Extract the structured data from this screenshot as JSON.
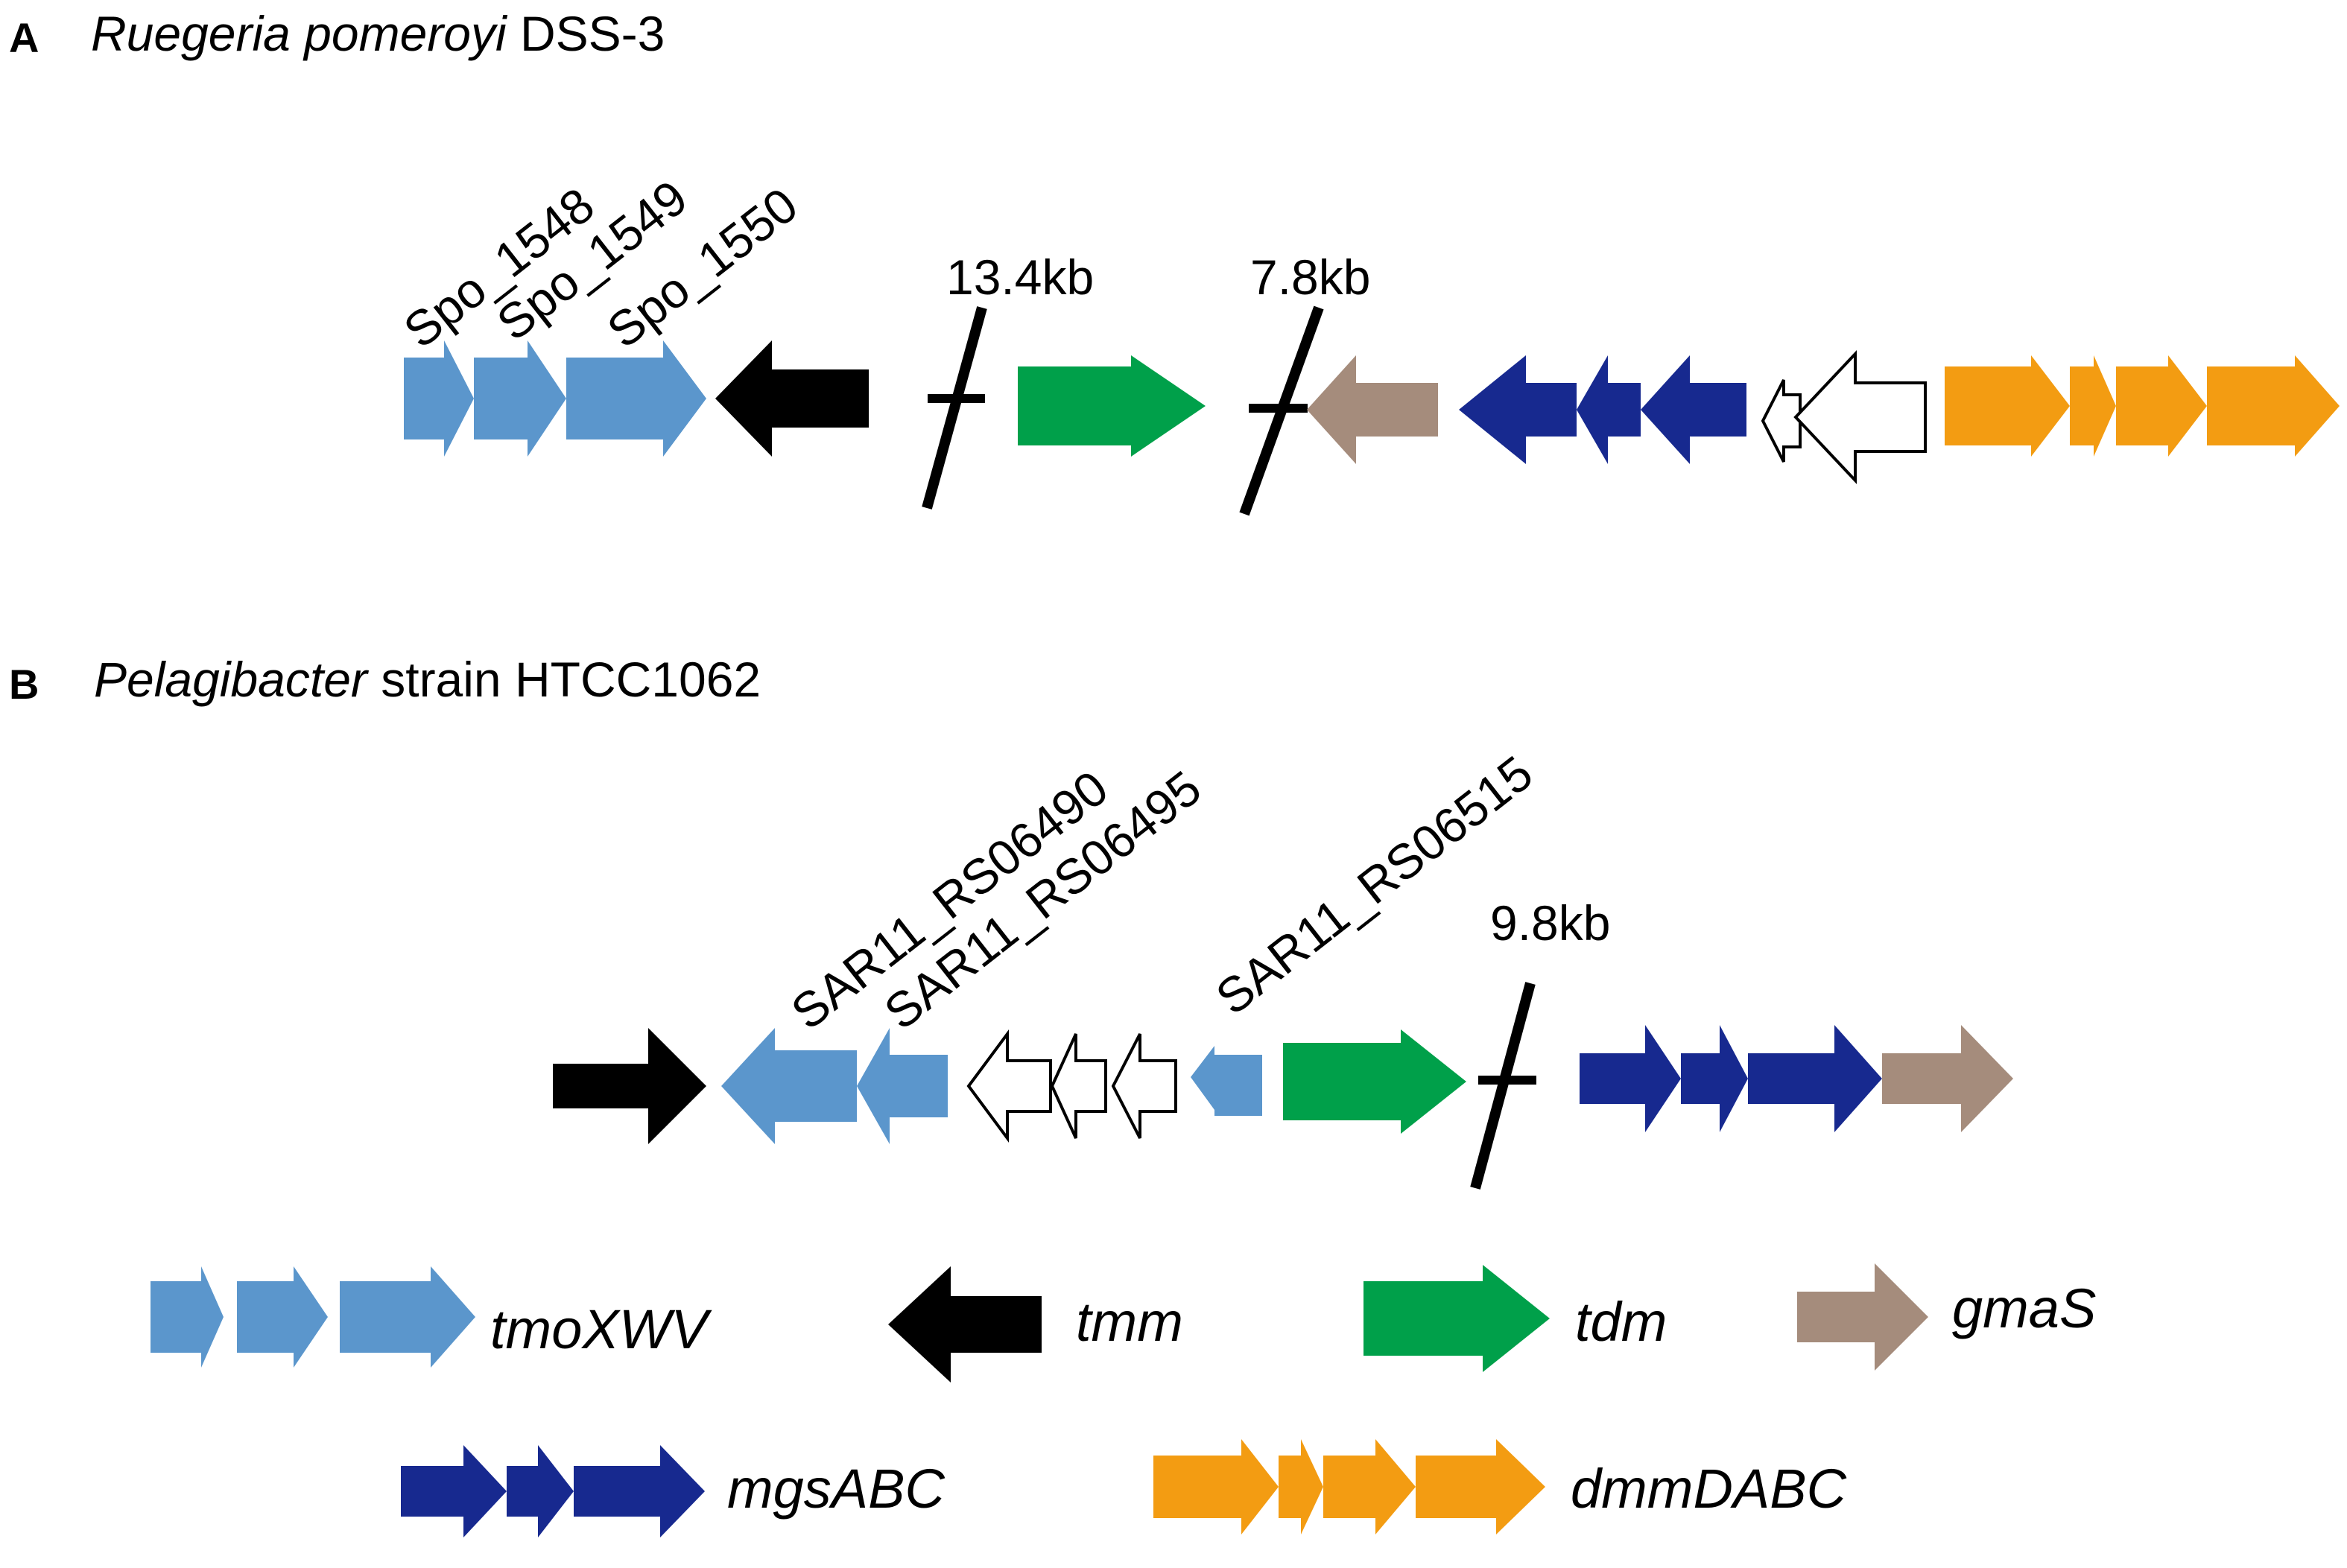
{
  "colors": {
    "tmoXWV": "#5b96cc",
    "tmm": "#000000",
    "tdm": "#00a04a",
    "gmaS": "#a58c7c",
    "mgsABC": "#17298f",
    "dmmDABC": "#f39c12",
    "other": "#ffffff"
  },
  "panelA": {
    "letter": "A",
    "organism": "Ruegeria pomeroyi",
    "strain": " DSS-3",
    "gene_labels": [
      "Spo_1548",
      "Spo_1549",
      "Spo_1550"
    ],
    "gaps": [
      "13.4kb",
      "7.8kb"
    ],
    "genes": [
      {
        "name": "Spo_1548",
        "group": "tmoXWV",
        "strand": "+"
      },
      {
        "name": "Spo_1549",
        "group": "tmoXWV",
        "strand": "+"
      },
      {
        "name": "Spo_1550",
        "group": "tmoXWV",
        "strand": "+"
      },
      {
        "group": "tmm",
        "strand": "-"
      },
      {
        "group": "tdm",
        "strand": "+"
      },
      {
        "group": "gmaS",
        "strand": "-"
      },
      {
        "group": "mgsABC",
        "strand": "-"
      },
      {
        "group": "mgsABC",
        "strand": "-"
      },
      {
        "group": "mgsABC",
        "strand": "-"
      },
      {
        "group": "other",
        "strand": "-"
      },
      {
        "group": "other",
        "strand": "-"
      },
      {
        "group": "dmmDABC",
        "strand": "+"
      },
      {
        "group": "dmmDABC",
        "strand": "+"
      },
      {
        "group": "dmmDABC",
        "strand": "+"
      },
      {
        "group": "dmmDABC",
        "strand": "+"
      }
    ]
  },
  "panelB": {
    "letter": "B",
    "organism": "Pelagibacter",
    "strain": " strain HTCC1062",
    "gene_labels": [
      "SAR11_RS06490",
      "SAR11_RS06495",
      "SAR11_RS06515"
    ],
    "gaps": [
      "9.8kb"
    ],
    "genes": [
      {
        "group": "tmm",
        "strand": "+"
      },
      {
        "name": "SAR11_RS06490",
        "group": "tmoXWV",
        "strand": "-"
      },
      {
        "name": "SAR11_RS06495",
        "group": "tmoXWV",
        "strand": "-"
      },
      {
        "group": "other",
        "strand": "-"
      },
      {
        "group": "other",
        "strand": "-"
      },
      {
        "group": "other",
        "strand": "-"
      },
      {
        "name": "SAR11_RS06515",
        "group": "tmoXWV",
        "strand": "-"
      },
      {
        "group": "tdm",
        "strand": "+"
      },
      {
        "group": "mgsABC",
        "strand": "+"
      },
      {
        "group": "mgsABC",
        "strand": "+"
      },
      {
        "group": "mgsABC",
        "strand": "+"
      },
      {
        "group": "gmaS",
        "strand": "+"
      }
    ]
  },
  "legend": [
    {
      "label": "tmoXWV",
      "group": "tmoXWV"
    },
    {
      "label": "tmm",
      "group": "tmm"
    },
    {
      "label": "tdm",
      "group": "tdm"
    },
    {
      "label": "gmaS",
      "group": "gmaS"
    },
    {
      "label": "mgsABC",
      "group": "mgsABC"
    },
    {
      "label": "dmmDABC",
      "group": "dmmDABC"
    }
  ]
}
